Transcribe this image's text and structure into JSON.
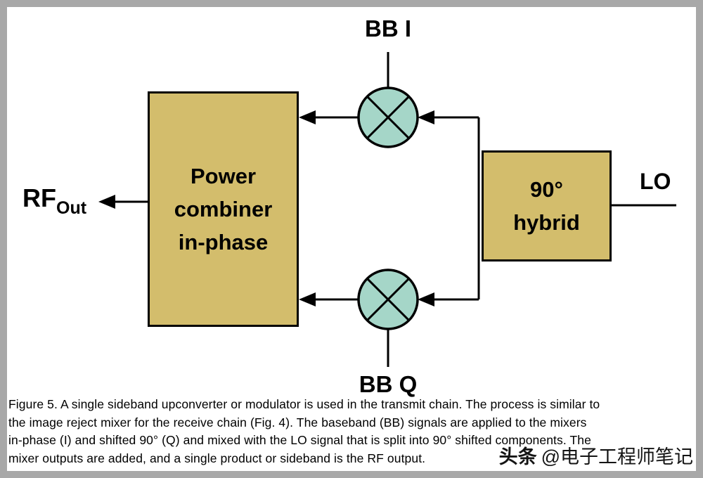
{
  "colors": {
    "frame": "#a8a8a8",
    "panel": "#ffffff",
    "box_fill": "#d3bd6c",
    "mixer_fill": "#a5d6c8",
    "line": "#000000"
  },
  "diagram": {
    "bb_i": "BB I",
    "bb_q": "BB Q",
    "lo": "LO",
    "rf_main": "RF",
    "rf_sub": "Out",
    "power_combiner_lines": [
      "Power",
      "combiner",
      "in-phase"
    ],
    "hybrid_lines": [
      "90°",
      "hybrid"
    ]
  },
  "caption": {
    "lines": [
      "Figure 5. A single sideband upconverter or modulator is used in the transmit chain. The process is similar to",
      "the image reject mixer for the receive chain (Fig. 4). The baseband (BB) signals are applied to the mixers",
      "in-phase (I) and shifted 90° (Q) and mixed with the LO signal that is split into 90° shifted components. The",
      "mixer outputs are added, and a single product or sideband is the RF output."
    ]
  },
  "watermark": {
    "logo": "头条",
    "handle": "@电子工程师笔记"
  }
}
